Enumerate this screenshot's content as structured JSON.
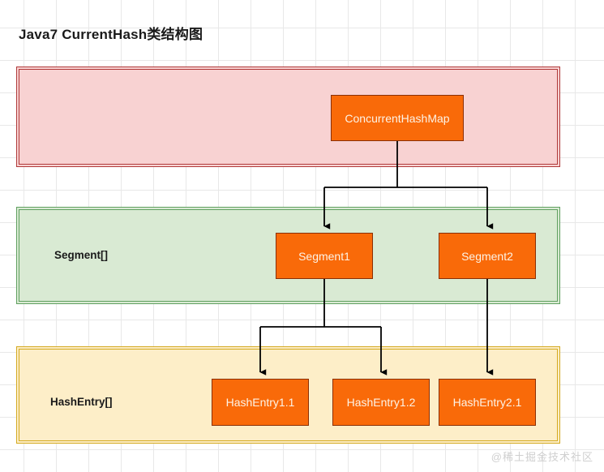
{
  "title": "Java7 CurrentHash类结构图",
  "watermark": "@稀土掘金技术社区",
  "colors": {
    "node_fill": "#f96a09",
    "node_border": "#8a2f05",
    "node_text": "#fdf3e6",
    "map_layer_fill": "#f8d2d2",
    "map_layer_border": "#b03a3a",
    "segment_layer_fill": "#d9ead3",
    "segment_layer_border": "#60a060",
    "hashentry_layer_fill": "#fdeec8",
    "hashentry_layer_border": "#d4aa21",
    "connector": "#000000",
    "grid": "#e8e8e8",
    "title_text": "#1a1a1a"
  },
  "layers": [
    {
      "id": "map",
      "label": ""
    },
    {
      "id": "segment",
      "label": "Segment[]"
    },
    {
      "id": "hashentry",
      "label": "HashEntry[]"
    }
  ],
  "nodes": [
    {
      "id": "chm",
      "label": "ConcurrentHashMap"
    },
    {
      "id": "segment1",
      "label": "Segment1"
    },
    {
      "id": "segment2",
      "label": "Segment2"
    },
    {
      "id": "hashentry11",
      "label": "HashEntry1.1"
    },
    {
      "id": "hashentry12",
      "label": "HashEntry1.2"
    },
    {
      "id": "hashentry21",
      "label": "HashEntry2.1"
    }
  ],
  "edges": [
    {
      "from": "chm",
      "to": "segment1"
    },
    {
      "from": "chm",
      "to": "segment2"
    },
    {
      "from": "segment1",
      "to": "hashentry11"
    },
    {
      "from": "segment1",
      "to": "hashentry12"
    },
    {
      "from": "segment2",
      "to": "hashentry21"
    }
  ]
}
